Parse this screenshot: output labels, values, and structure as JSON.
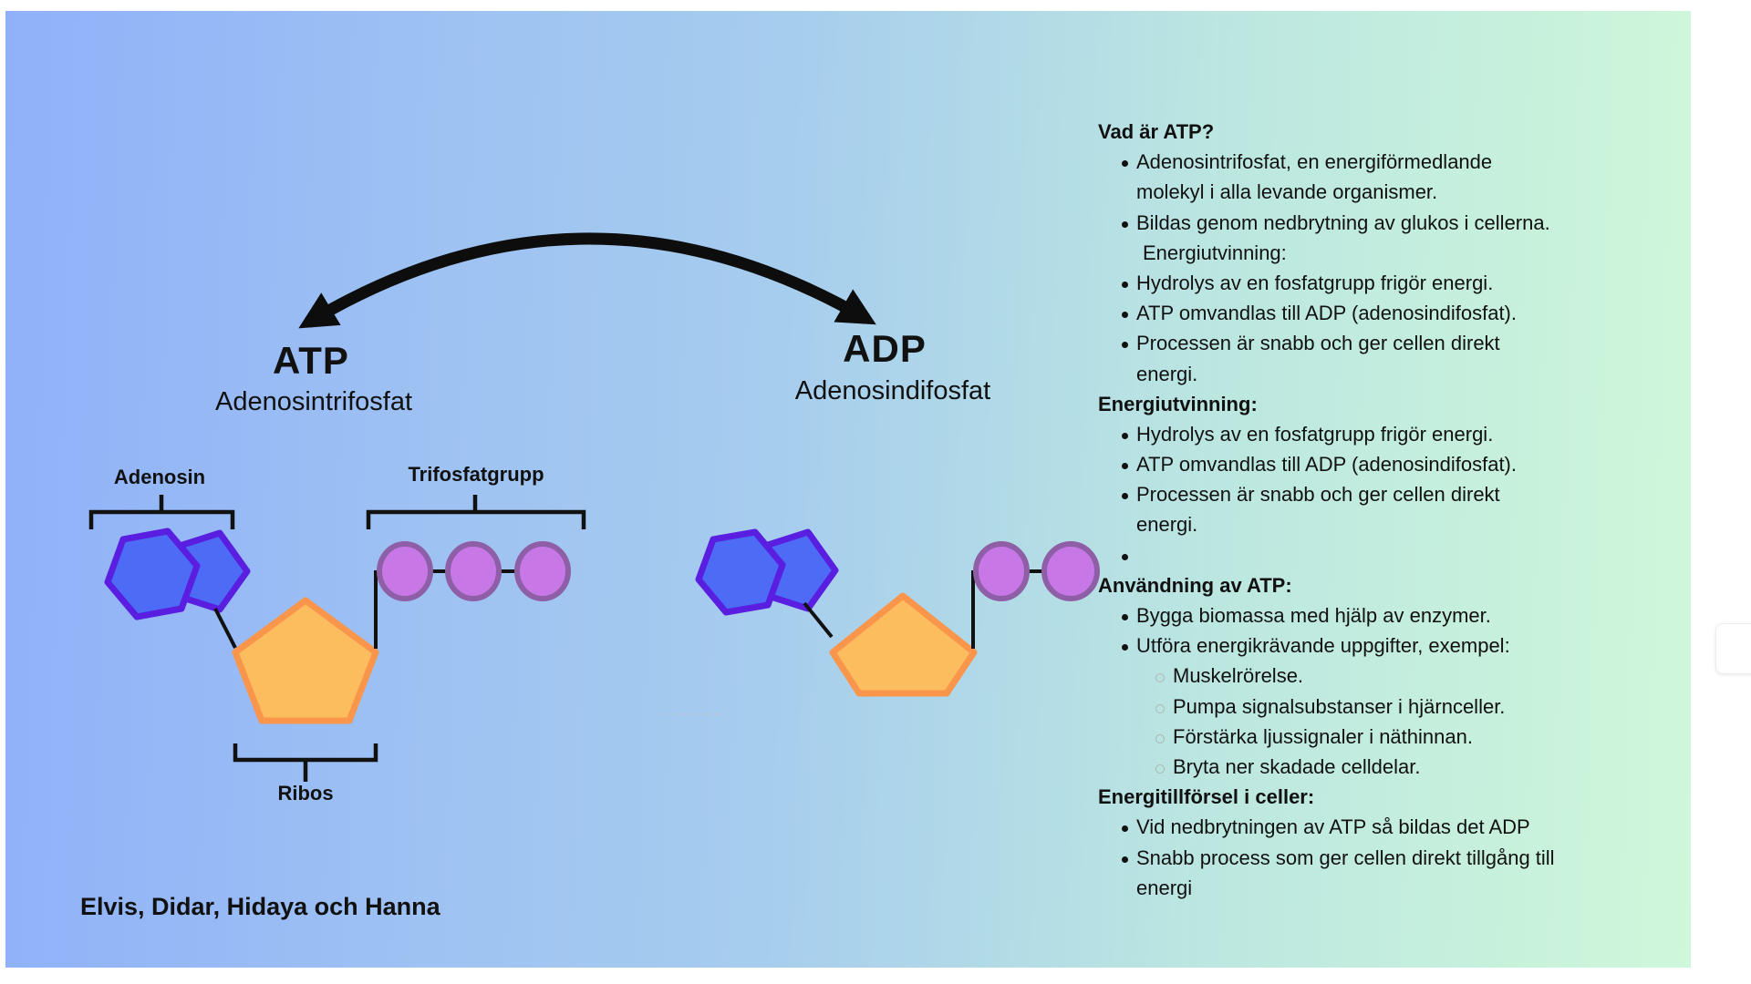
{
  "background": {
    "gradient_left": "#8FB1F9",
    "gradient_mid": "#A6CCEE",
    "gradient_right": "#CFF7DA"
  },
  "colors": {
    "adenine_fill": "#4D6BF5",
    "adenine_stroke": "#5A1EE0",
    "ribose_fill": "#FCBD5E",
    "ribose_stroke": "#F9964C",
    "phosphate_fill": "#C877E6",
    "phosphate_stroke": "#8E5FA6",
    "bond": "#111111",
    "bracket": "#111111",
    "arrow": "#0D0D0D",
    "stray_line": "#D9B8C4"
  },
  "atp": {
    "abbr": "ATP",
    "full": "Adenosintrifosfat"
  },
  "adp": {
    "abbr": "ADP",
    "full": "Adenosindifosfat"
  },
  "labels": {
    "adenosin": "Adenosin",
    "trifosfatgrupp": "Trifosfatgrupp",
    "ribos": "Ribos"
  },
  "footer": "Elvis, Didar, Hidaya och Hanna",
  "info_panel": {
    "blocks": [
      {
        "type": "heading",
        "text": "Vad är ATP?"
      },
      {
        "type": "bullet",
        "text": "Adenosintrifosfat, en energiförmedlande"
      },
      {
        "type": "cont",
        "text": "molekyl i alla levande organismer."
      },
      {
        "type": "bullet",
        "text": "Bildas genom nedbrytning av glukos i cellerna."
      },
      {
        "type": "plain",
        "text": "Energiutvinning:"
      },
      {
        "type": "bullet",
        "text": "Hydrolys av en fosfatgrupp frigör energi."
      },
      {
        "type": "bullet",
        "text": "ATP omvandlas till ADP (adenosindifosfat)."
      },
      {
        "type": "bullet",
        "text": "Processen är snabb och ger cellen direkt"
      },
      {
        "type": "cont",
        "text": "energi."
      },
      {
        "type": "heading",
        "text": "Energiutvinning:"
      },
      {
        "type": "bullet",
        "text": "Hydrolys av en fosfatgrupp frigör energi."
      },
      {
        "type": "bullet",
        "text": "ATP omvandlas till ADP (adenosindifosfat)."
      },
      {
        "type": "bullet",
        "text": "Processen är snabb och ger cellen direkt"
      },
      {
        "type": "cont",
        "text": "energi."
      },
      {
        "type": "bullet",
        "text": ""
      },
      {
        "type": "heading",
        "text": "Användning av ATP:"
      },
      {
        "type": "bullet",
        "text": "Bygga biomassa med hjälp av enzymer."
      },
      {
        "type": "bullet",
        "text": "Utföra energikrävande uppgifter, exempel:"
      },
      {
        "type": "sub",
        "text": "Muskelrörelse."
      },
      {
        "type": "sub",
        "text": "Pumpa signalsubstanser i hjärnceller."
      },
      {
        "type": "sub",
        "text": "Förstärka ljussignaler i näthinnan."
      },
      {
        "type": "sub",
        "text": "Bryta ner skadade celldelar."
      },
      {
        "type": "heading",
        "text": "Energitillförsel i celler:"
      },
      {
        "type": "bullet",
        "text": "Vid nedbrytningen av ATP så bildas det ADP"
      },
      {
        "type": "bullet",
        "text": "Snabb process som ger cellen direkt tillgång till"
      },
      {
        "type": "cont",
        "text": "energi"
      }
    ]
  }
}
